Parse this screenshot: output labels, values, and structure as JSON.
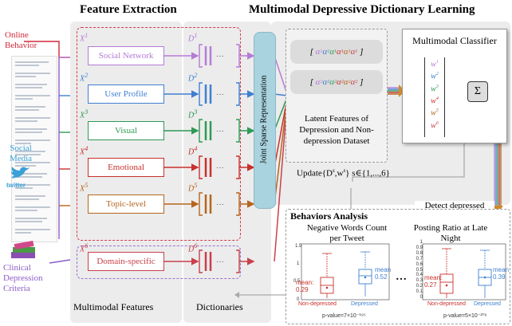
{
  "headers": {
    "feature_extraction": "Feature Extraction",
    "dictionary_learning": "Multimodal Depressive Dictionary Learning"
  },
  "left": {
    "online_behavior": "Online Behavior",
    "social_media": "Social Media",
    "twitter_logo": "twitter",
    "clinical_criteria": "Clinical Depression Criteria"
  },
  "modalities": [
    {
      "x": "X",
      "sup": "1",
      "label": "Social Network",
      "d": "D",
      "dsup": "1",
      "color": "#b57bd6"
    },
    {
      "x": "X",
      "sup": "2",
      "label": "User Profile",
      "d": "D",
      "dsup": "2",
      "color": "#3f7fd0"
    },
    {
      "x": "X",
      "sup": "3",
      "label": "Visual",
      "d": "D",
      "dsup": "3",
      "color": "#2e9a55"
    },
    {
      "x": "X",
      "sup": "4",
      "label": "Emotional",
      "d": "D",
      "dsup": "4",
      "color": "#c9302c"
    },
    {
      "x": "X",
      "sup": "5",
      "label": "Topic-level",
      "d": "D",
      "dsup": "5",
      "color": "#b5651d"
    },
    {
      "x": "X",
      "sup": "6",
      "label": "Domain-specific",
      "d": "D",
      "dsup": "6",
      "color": "#c9404a"
    }
  ],
  "footer_labels": {
    "multimodal_features": "Multimodal Features",
    "dictionaries": "Dictionaries"
  },
  "joint_sparse": "Joint Sparse Representation",
  "latent": {
    "row1": [
      "α",
      "α",
      "α",
      "α",
      "α",
      "α"
    ],
    "row2": [
      "α",
      "α",
      "α",
      "α",
      "α",
      "α"
    ],
    "caption": "Latent Features of Depression and Non-depression Dataset",
    "update": "Update{D",
    "update_tail": ",w",
    "update_range": "} s∈{1,...,6}"
  },
  "classifier": {
    "title": "Multimodal Classifier",
    "weights": [
      "w",
      "w",
      "w",
      "w",
      "w",
      "w"
    ],
    "sum": "Σ",
    "detect": "Detect depressed users"
  },
  "behaviors": {
    "title": "Behaviors Analysis",
    "chart1": {
      "title": "Negative Words Count per Tweet",
      "yticks": [
        "1.5",
        "1",
        "0.5",
        "0"
      ],
      "mean_left": "mean: 0.29",
      "mean_right": "mean 0.52",
      "xlabels": [
        "Non-depressed",
        "Depressed"
      ],
      "pvalue": "p-value=7×10⁻¹⁹⁵"
    },
    "chart2": {
      "title": "Posting Ratio at Late Night",
      "yticks": [
        "1",
        "0.9",
        "0.8",
        "0.7",
        "0.6",
        "0.5",
        "0.4",
        "0.3",
        "0.2",
        "0.1",
        "0"
      ],
      "mean_left": "mean: 0.27",
      "mean_right": "mean 0.39",
      "xlabels": [
        "Non-depressed",
        "Depressed"
      ],
      "pvalue": "p-value=5×10⁻²⁰⁶"
    },
    "ellipsis": "…"
  }
}
